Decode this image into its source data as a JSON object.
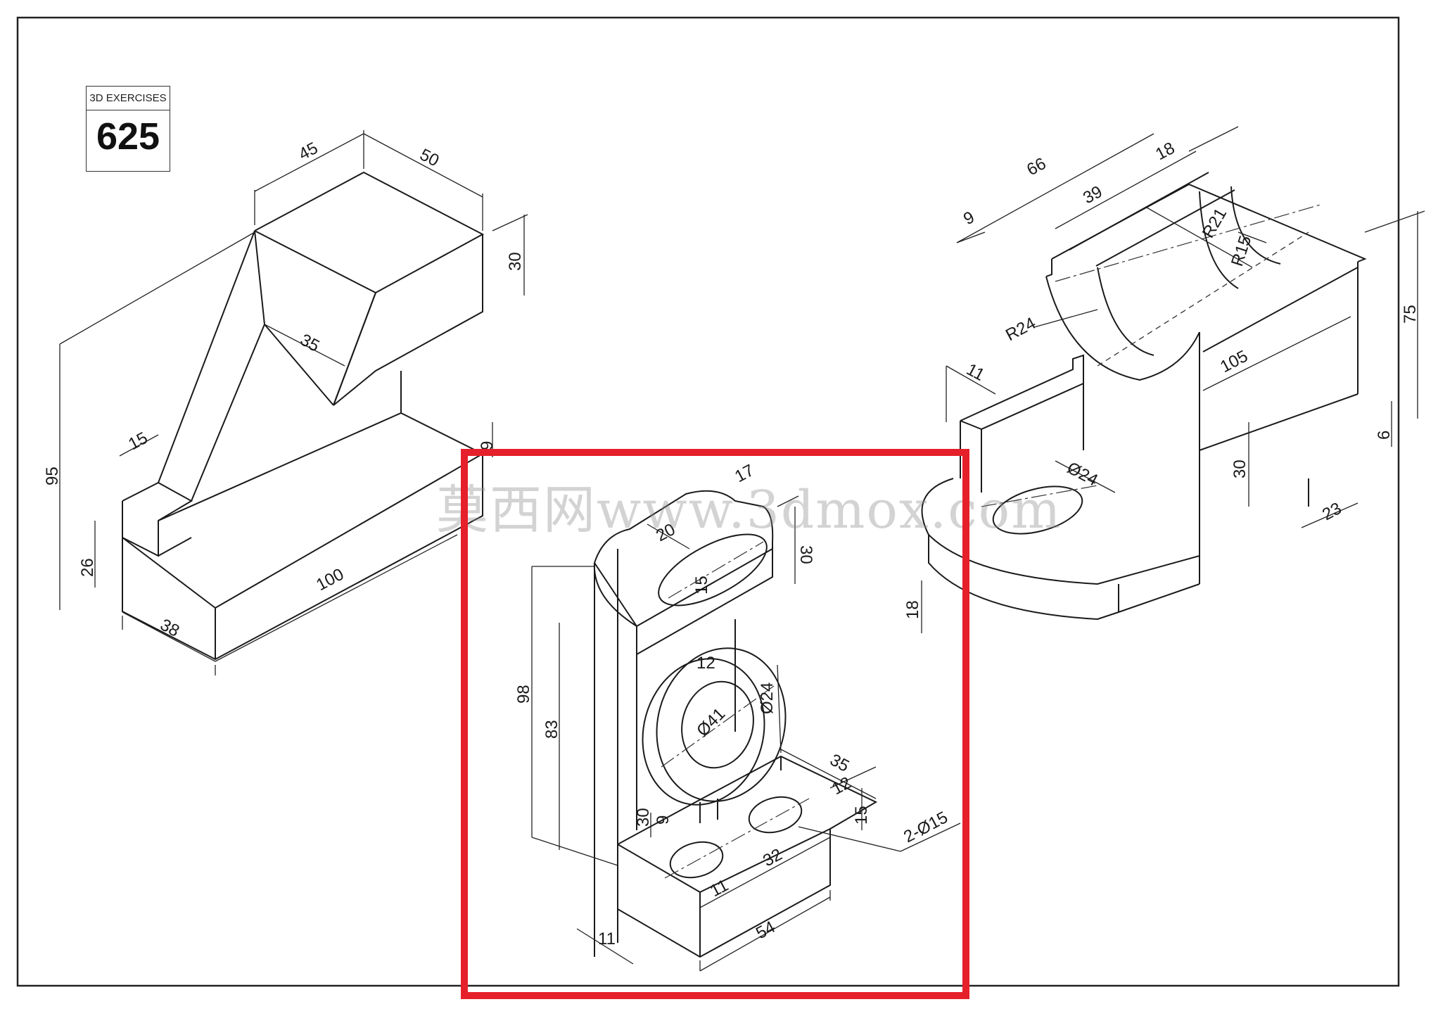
{
  "sheet": {
    "caption": "3D EXERCISES",
    "number": "625",
    "watermark": "莫西网www.3dmox.com"
  },
  "colors": {
    "line": "#1a1a1a",
    "highlight": "#e5202a",
    "watermark": "#8c8c8c"
  },
  "parts": {
    "left": {
      "dimensions": [
        "45",
        "50",
        "30",
        "35",
        "95",
        "15",
        "26",
        "100",
        "38",
        "9"
      ]
    },
    "center": {
      "dimensions": [
        "17",
        "20",
        "15",
        "30",
        "98",
        "83",
        "12",
        "Ø41",
        "Ø24",
        "35",
        "12",
        "15",
        "2-Ø15",
        "30",
        "9",
        "32",
        "11",
        "54",
        "11"
      ]
    },
    "right": {
      "dimensions": [
        "66",
        "18",
        "39",
        "9",
        "R21",
        "R15",
        "R24",
        "75",
        "105",
        "11",
        "Ø24",
        "30",
        "6",
        "23",
        "18"
      ]
    }
  }
}
